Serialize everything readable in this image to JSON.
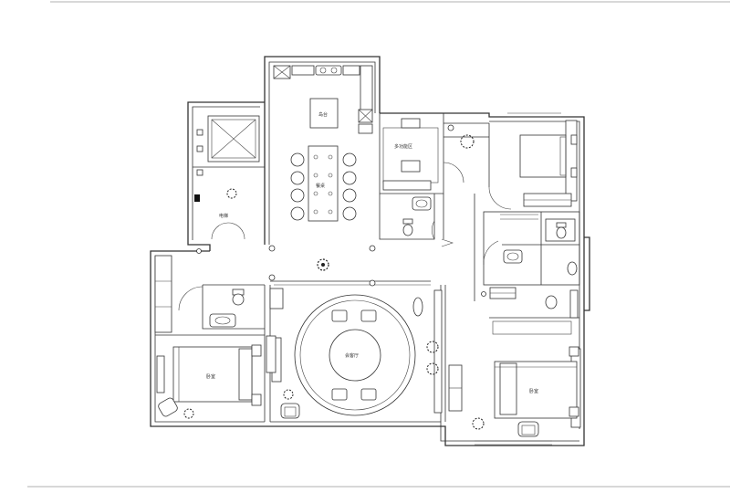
{
  "labels": {
    "study": "多功能区",
    "living": "会客厅",
    "bedroom_left": "卧室",
    "bedroom_right": "卧室",
    "elevator": "电梯",
    "table": "餐桌",
    "island": "岛台"
  },
  "colors": {
    "line": "#333333",
    "background": "#ffffff",
    "window_mark": "#111111"
  },
  "icons": [
    "plant-icon",
    "toilet-icon",
    "sink-icon",
    "armchair-icon",
    "bed-icon"
  ]
}
